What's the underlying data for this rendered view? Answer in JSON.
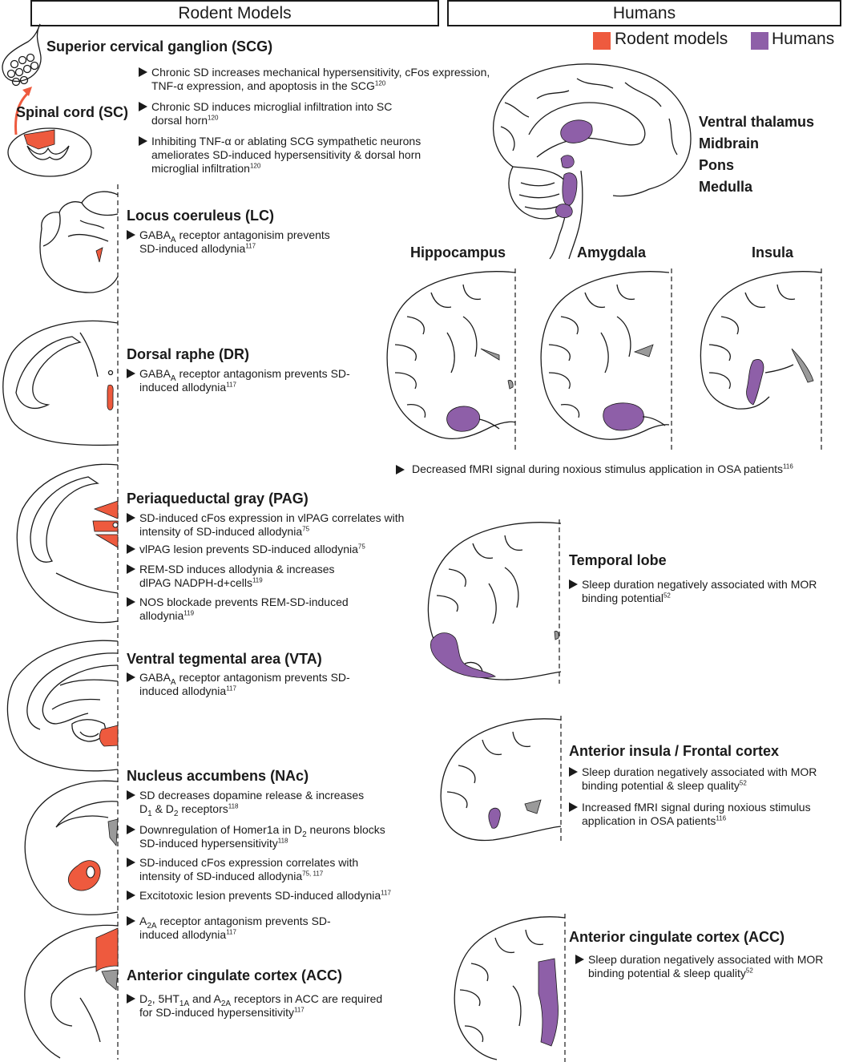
{
  "headers": {
    "rodent": "Rodent Models",
    "human": "Humans"
  },
  "legend": [
    {
      "label": "Rodent models",
      "color": "#ee5a3e"
    },
    {
      "label": "Humans",
      "color": "#8e5fa8"
    }
  ],
  "rodent": {
    "scg": {
      "title": "Superior cervical ganglion (SCG)",
      "bullets": [
        {
          "text": "Chronic SD increases mechanical hypersensitivity, cFos expression, TNF-α expression, and apoptosis in the SCG",
          "ref": "120"
        },
        {
          "text": "Chronic SD induces microglial infiltration into SC dorsal horn",
          "ref": "120"
        },
        {
          "text": "Inhibiting TNF-α or ablating SCG sympathetic neurons ameliorates SD-induced hypersensitivity & dorsal horn microglial infiltration",
          "ref": "120"
        }
      ]
    },
    "sc": {
      "title": "Spinal cord (SC)"
    },
    "lc": {
      "title": "Locus coeruleus (LC)",
      "bullets": [
        {
          "pre": "GABA",
          "sub": "A",
          "text": " receptor antagonisim prevents SD-induced allodynia",
          "ref": "117"
        }
      ]
    },
    "dr": {
      "title": "Dorsal raphe (DR)",
      "bullets": [
        {
          "pre": "GABA",
          "sub": "A",
          "text": " receptor antagonism prevents SD-induced allodynia",
          "ref": "117"
        }
      ]
    },
    "pag": {
      "title": "Periaqueductal gray (PAG)",
      "bullets": [
        {
          "text": "SD-induced cFos expression in vlPAG correlates with intensity of SD-induced allodynia",
          "ref": "75"
        },
        {
          "text": "vlPAG lesion prevents SD-induced allodynia",
          "ref": "75"
        },
        {
          "text": "REM-SD induces allodynia & increases dlPAG NADPH-d+cells",
          "ref": "119"
        },
        {
          "text": "NOS blockade prevents REM-SD-induced allodynia",
          "ref": "119"
        }
      ]
    },
    "vta": {
      "title": "Ventral tegmental area (VTA)",
      "bullets": [
        {
          "pre": "GABA",
          "sub": "A",
          "text": " receptor antagonism prevents SD-induced allodynia",
          "ref": "117"
        }
      ]
    },
    "nac": {
      "title": "Nucleus accumbens (NAc)",
      "bullets": [
        {
          "html": "SD decreases dopamine release & increases D<sub>1</sub> &amp; D<sub>2</sub> receptors",
          "ref": "118"
        },
        {
          "html": "Downregulation of Homer1a in D<sub>2</sub> neurons blocks SD-induced hypersensitivity",
          "ref": "118"
        },
        {
          "text": "SD-induced cFos expression correlates with intensity of SD-induced allodynia",
          "ref": "75, 117"
        },
        {
          "text": "Excitotoxic lesion prevents SD-induced allodynia",
          "ref": "117"
        },
        {
          "html": "A<sub>2A</sub> receptor antagonism prevents SD-induced allodynia",
          "ref": "117"
        }
      ]
    },
    "acc": {
      "title": "Anterior cingulate cortex (ACC)",
      "bullets": [
        {
          "html": "D<sub>2</sub>, 5HT<sub>1A</sub> and A<sub>2A</sub> receptors in ACC are required for SD-induced hypersensitivity",
          "ref": "117"
        }
      ]
    }
  },
  "human": {
    "brainstem_list": [
      "Ventral thalamus",
      "Midbrain",
      "Pons",
      "Medulla"
    ],
    "coronal_titles": [
      "Hippocampus",
      "Amygdala",
      "Insula"
    ],
    "coronal_bullet": {
      "text": "Decreased fMRI signal during noxious stimulus application in OSA patients",
      "ref": "116"
    },
    "temporal": {
      "title": "Temporal lobe",
      "bullets": [
        {
          "text": "Sleep duration negatively associated with MOR binding potential",
          "ref": "52"
        }
      ]
    },
    "insula_frontal": {
      "title": "Anterior insula / Frontal cortex",
      "bullets": [
        {
          "text": "Sleep duration negatively associated with MOR binding potential & sleep quality",
          "ref": "52"
        },
        {
          "text": "Increased fMRI signal during noxious stimulus application in OSA patients",
          "ref": "116"
        }
      ]
    },
    "acc": {
      "title": "Anterior cingulate cortex (ACC)",
      "bullets": [
        {
          "text": "Sleep duration negatively associated with MOR binding potential & sleep quality",
          "ref": "52"
        }
      ]
    }
  }
}
